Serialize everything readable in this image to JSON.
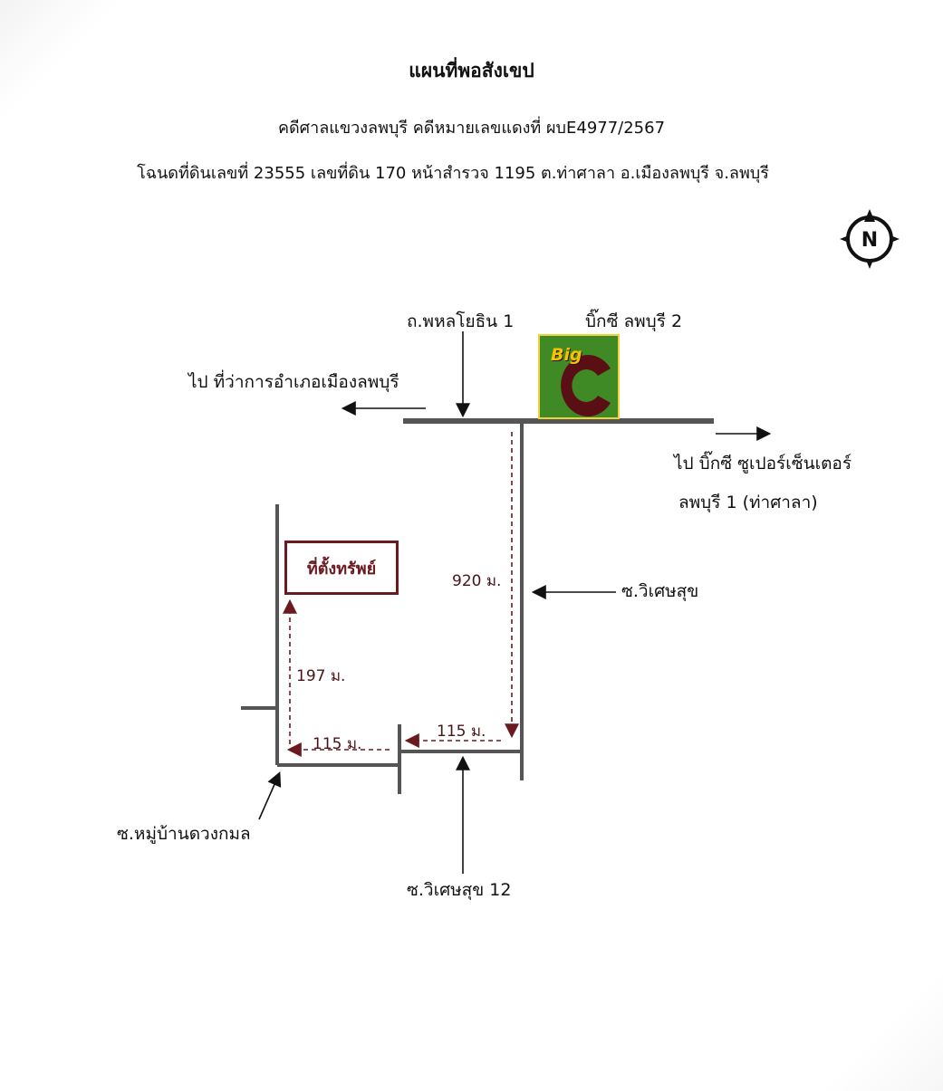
{
  "header": {
    "title": "แผนที่พอสังเขป",
    "case": "คดีศาลแขวงลพบุรี คดีหมายเลขแดงที่ ผบE4977/2567",
    "deed": "โฉนดที่ดินเลขที่ 23555 เลขที่ดิน 170 หน้าสำรวจ 1195 ต.ท่าศาลา อ.เมืองลพบุรี จ.ลพบุรี"
  },
  "compass": {
    "letter": "N",
    "icon": "compass-north-icon"
  },
  "labels": {
    "road_phahon": "ถ.พหลโยธิน 1",
    "bigc_lopburi2": "บิ๊กซี ลพบุรี 2",
    "to_district_office": "ไป ที่ว่าการอำเภอเมืองลพบุรี",
    "to_bigc_line1": "ไป บิ๊กซี ซูเปอร์เซ็นเตอร์",
    "to_bigc_line2": "ลพบุรี 1 (ท่าศาลา)",
    "soi_wiset": "ซ.วิเศษสุข",
    "soi_wiset_12": "ซ.วิเศษสุข 12",
    "soi_village": "ซ.หมู่บ้านดวงกมล",
    "property": "ที่ตั้งทรัพย์"
  },
  "distances": {
    "d920": "920 ม.",
    "d115_right": "115 ม.",
    "d115_left": "115 ม.",
    "d197": "197 ม."
  },
  "logo": {
    "text": "Big",
    "background": "#3f8a25",
    "letter_color": "#5a0f15",
    "text_color": "#f5c400"
  },
  "colors": {
    "road": "#555555",
    "route": "#6b1a1f"
  }
}
